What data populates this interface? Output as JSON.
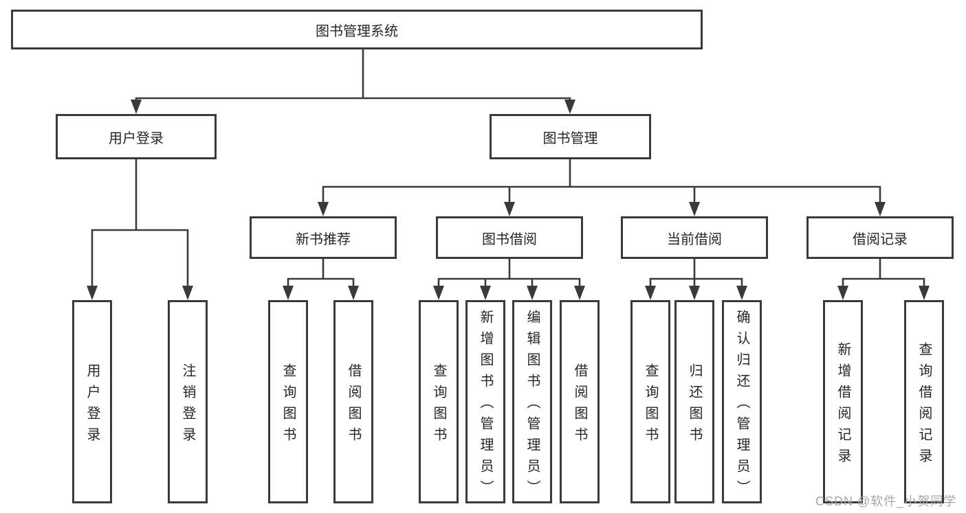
{
  "diagram": {
    "root": {
      "label": "图书管理系统"
    },
    "branches": {
      "user_login": {
        "label": "用户登录",
        "children": {
          "login": {
            "label": "用户登录"
          },
          "logout": {
            "label": "注销登录"
          }
        }
      },
      "book_management": {
        "label": "图书管理",
        "children": {
          "new_book_recommend": {
            "label": "新书推荐",
            "children": {
              "query_book": {
                "label": "查询图书"
              },
              "borrow_book": {
                "label": "借阅图书"
              }
            }
          },
          "book_borrow": {
            "label": "图书借阅",
            "children": {
              "query_book": {
                "label": "查询图书"
              },
              "add_book": {
                "label": "新增图书（管理员）"
              },
              "edit_book": {
                "label": "编辑图书（管理员）"
              },
              "borrow_book": {
                "label": "借阅图书"
              }
            }
          },
          "current_borrow": {
            "label": "当前借阅",
            "children": {
              "query_book": {
                "label": "查询图书"
              },
              "return_book": {
                "label": "归还图书"
              },
              "confirm_return": {
                "label": "确认归还（管理员）"
              }
            }
          },
          "borrow_records": {
            "label": "借阅记录",
            "children": {
              "add_record": {
                "label": "新增借阅记录"
              },
              "query_record": {
                "label": "查询借阅记录"
              }
            }
          }
        }
      }
    }
  },
  "watermark": {
    "text": "CSDN @软件_小贺同学"
  },
  "colors": {
    "line": "#3a3a3a",
    "text": "#262626",
    "background": "#ffffff",
    "watermark": "#a8a8a8"
  }
}
